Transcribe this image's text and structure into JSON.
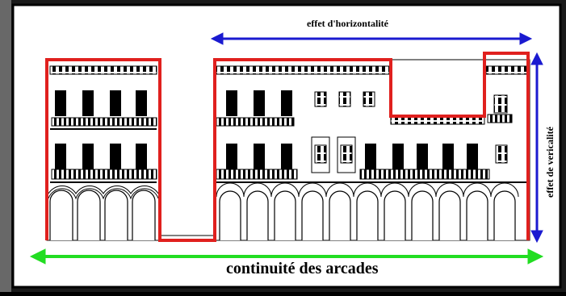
{
  "labels": {
    "horizontal": "effet d'horizontalité",
    "vertical": "effet de vericalité",
    "arcades": "continuité des arcades"
  },
  "colors": {
    "outline": "#e0201e",
    "horizontal_arrow": "#1a1ad0",
    "vertical_arrow": "#1a1ad0",
    "arcade_arrow": "#22dd22",
    "ink": "#000000",
    "paper": "#ffffff"
  }
}
